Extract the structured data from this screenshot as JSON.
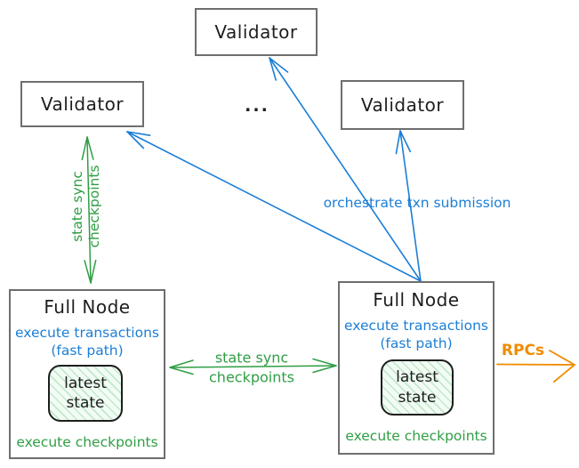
{
  "palette": {
    "blue": "#1c7ed6",
    "green": "#2f9e44",
    "orange": "#f08c00",
    "ink": "#1e1e1e",
    "box_border": "#6e6e6e",
    "state_hatch_green": "#5ec478"
  },
  "validators": {
    "top": {
      "label": "Validator"
    },
    "left": {
      "label": "Validator"
    },
    "right": {
      "label": "Validator"
    },
    "ellipsis": "..."
  },
  "full_nodes": {
    "left": {
      "title": "Full Node",
      "exec_line1": "execute transactions",
      "exec_line2": "(fast path)",
      "state": {
        "line1": "latest",
        "line2": "state"
      },
      "footer": "execute checkpoints"
    },
    "right": {
      "title": "Full Node",
      "exec_line1": "execute transactions",
      "exec_line2": "(fast path)",
      "state": {
        "line1": "latest",
        "line2": "state"
      },
      "footer": "execute checkpoints"
    }
  },
  "edges": {
    "state_sync_vertical": {
      "line1": "state sync",
      "line2": "checkpoints"
    },
    "state_sync_horizontal": {
      "line1": "state sync",
      "line2": "checkpoints"
    },
    "orchestrate": {
      "label": "orchestrate txn submission"
    },
    "rpcs": {
      "label": "RPCs"
    }
  }
}
